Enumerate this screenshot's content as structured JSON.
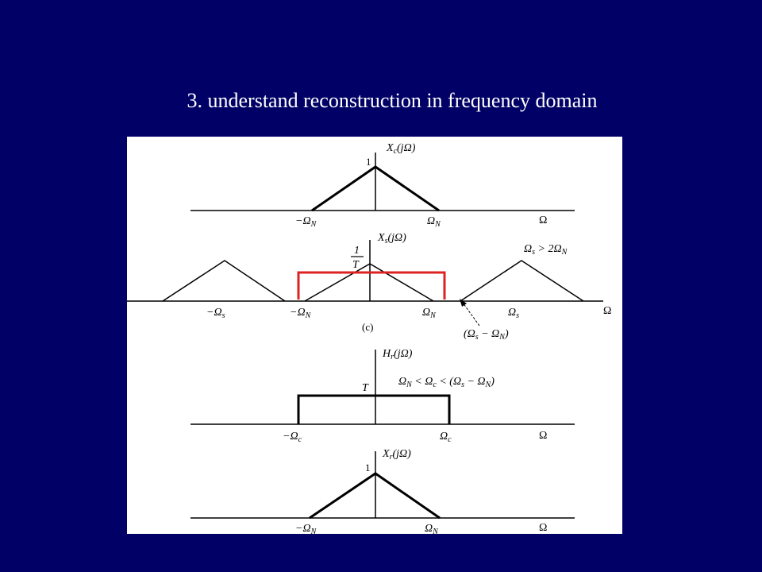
{
  "slide": {
    "title": "3. understand reconstruction in frequency domain"
  },
  "figure": {
    "panel1": {
      "func": "X",
      "func_sub": "c",
      "arg": "(jΩ)",
      "peak": "1",
      "left_tick": "−Ω",
      "left_tick_sub": "N",
      "right_tick": "Ω",
      "right_tick_sub": "N",
      "axis": "Ω"
    },
    "panel2": {
      "func": "X",
      "func_sub": "s",
      "arg": "(jΩ)",
      "peak_num": "1",
      "peak_den": "T",
      "condition": "Ω",
      "condition_sub": "s",
      "condition_rest": " > 2Ω",
      "condition_rest_sub": "N",
      "tick_ms": "−Ω",
      "tick_ms_sub": "s",
      "tick_mn": "−Ω",
      "tick_mn_sub": "N",
      "tick_n": "Ω",
      "tick_n_sub": "N",
      "tick_s": "Ω",
      "tick_s_sub": "s",
      "axis": "Ω",
      "caption": "(c)",
      "arrow_a": "(Ω",
      "arrow_a_sub": "s",
      "arrow_b": " − Ω",
      "arrow_b_sub": "N",
      "arrow_c": ")",
      "highlight_color": "#dd2222"
    },
    "panel3": {
      "func": "H",
      "func_sub": "r",
      "arg": "(jΩ)",
      "gain": "T",
      "cond_a": "Ω",
      "cond_a_sub": "N",
      "cond_b": " < Ω",
      "cond_b_sub": "c",
      "cond_c": " < (Ω",
      "cond_c_sub": "s",
      "cond_d": " − Ω",
      "cond_d_sub": "N",
      "cond_e": ")",
      "left_tick": "−Ω",
      "left_tick_sub": "c",
      "right_tick": "Ω",
      "right_tick_sub": "c",
      "axis": "Ω"
    },
    "panel4": {
      "func": "X",
      "func_sub": "r",
      "arg": "(jΩ)",
      "peak": "1",
      "left_tick": "−Ω",
      "left_tick_sub": "N",
      "right_tick": "Ω",
      "right_tick_sub": "N",
      "axis": "Ω"
    }
  }
}
